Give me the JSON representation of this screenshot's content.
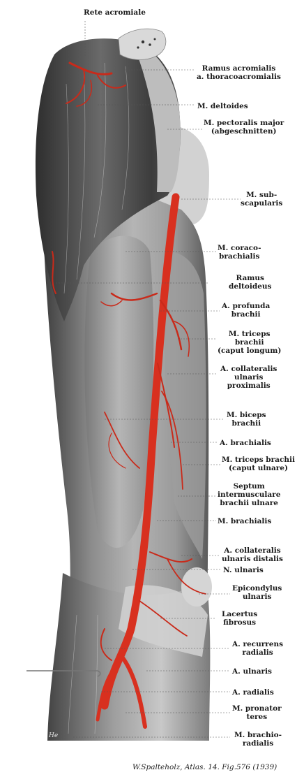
{
  "figure": {
    "credit": "W.Spalteholz, Atlas. 14. Fig.576 (1939)",
    "signature": "He",
    "colors": {
      "background": "#ffffff",
      "muscle_dark": "#3a3a3a",
      "muscle_mid": "#6d6d6d",
      "muscle_light": "#a9a9a9",
      "artery": "#d8301f",
      "bone": "#d7d7d7",
      "leader": "#555555"
    }
  },
  "labels": {
    "rete_acromiale": "Rete acromiale",
    "ramus_acromialis_1": "Ramus acromialis",
    "ramus_acromialis_2": "a. thoracoacromialis",
    "deltoides": "M. deltoides",
    "pectoralis_1": "M. pectoralis major",
    "pectoralis_2": "(abgeschnitten)",
    "subscapularis_1": "M. sub-",
    "subscapularis_2": "scapularis",
    "coracobrachialis_1": "M. coraco-",
    "coracobrachialis_2": "brachialis",
    "ramus_deltoideus_1": "Ramus",
    "ramus_deltoideus_2": "deltoideus",
    "profunda_1": "A. profunda",
    "profunda_2": "brachii",
    "triceps_longum_1": "M. triceps",
    "triceps_longum_2": "brachii",
    "triceps_longum_3": "(caput longum)",
    "coll_ulnaris_prox_1": "A. collateralis",
    "coll_ulnaris_prox_2": "ulnaris",
    "coll_ulnaris_prox_3": "proximalis",
    "biceps_1": "M. biceps",
    "biceps_2": "brachii",
    "a_brachialis": "A. brachialis",
    "triceps_ulnare_1": "M. triceps brachii",
    "triceps_ulnare_2": "(caput ulnare)",
    "septum_1": "Septum",
    "septum_2": "intermusculare",
    "septum_3": "brachii ulnare",
    "m_brachialis": "M. brachialis",
    "coll_ulnaris_dist_1": "A. collateralis",
    "coll_ulnaris_dist_2": "ulnaris distalis",
    "n_ulnaris": "N. ulnaris",
    "epicondylus_1": "Epicondylus",
    "epicondylus_2": "ulnaris",
    "lacertus_1": "Lacertus",
    "lacertus_2": "fibrosus",
    "recurrens_1": "A. recurrens",
    "recurrens_2": "radialis",
    "a_ulnaris": "A. ulnaris",
    "a_radialis": "A. radialis",
    "pronator_1": "M. pronator",
    "pronator_2": "teres",
    "brachioradialis_1": "M. brachio-",
    "brachioradialis_2": "radialis"
  }
}
